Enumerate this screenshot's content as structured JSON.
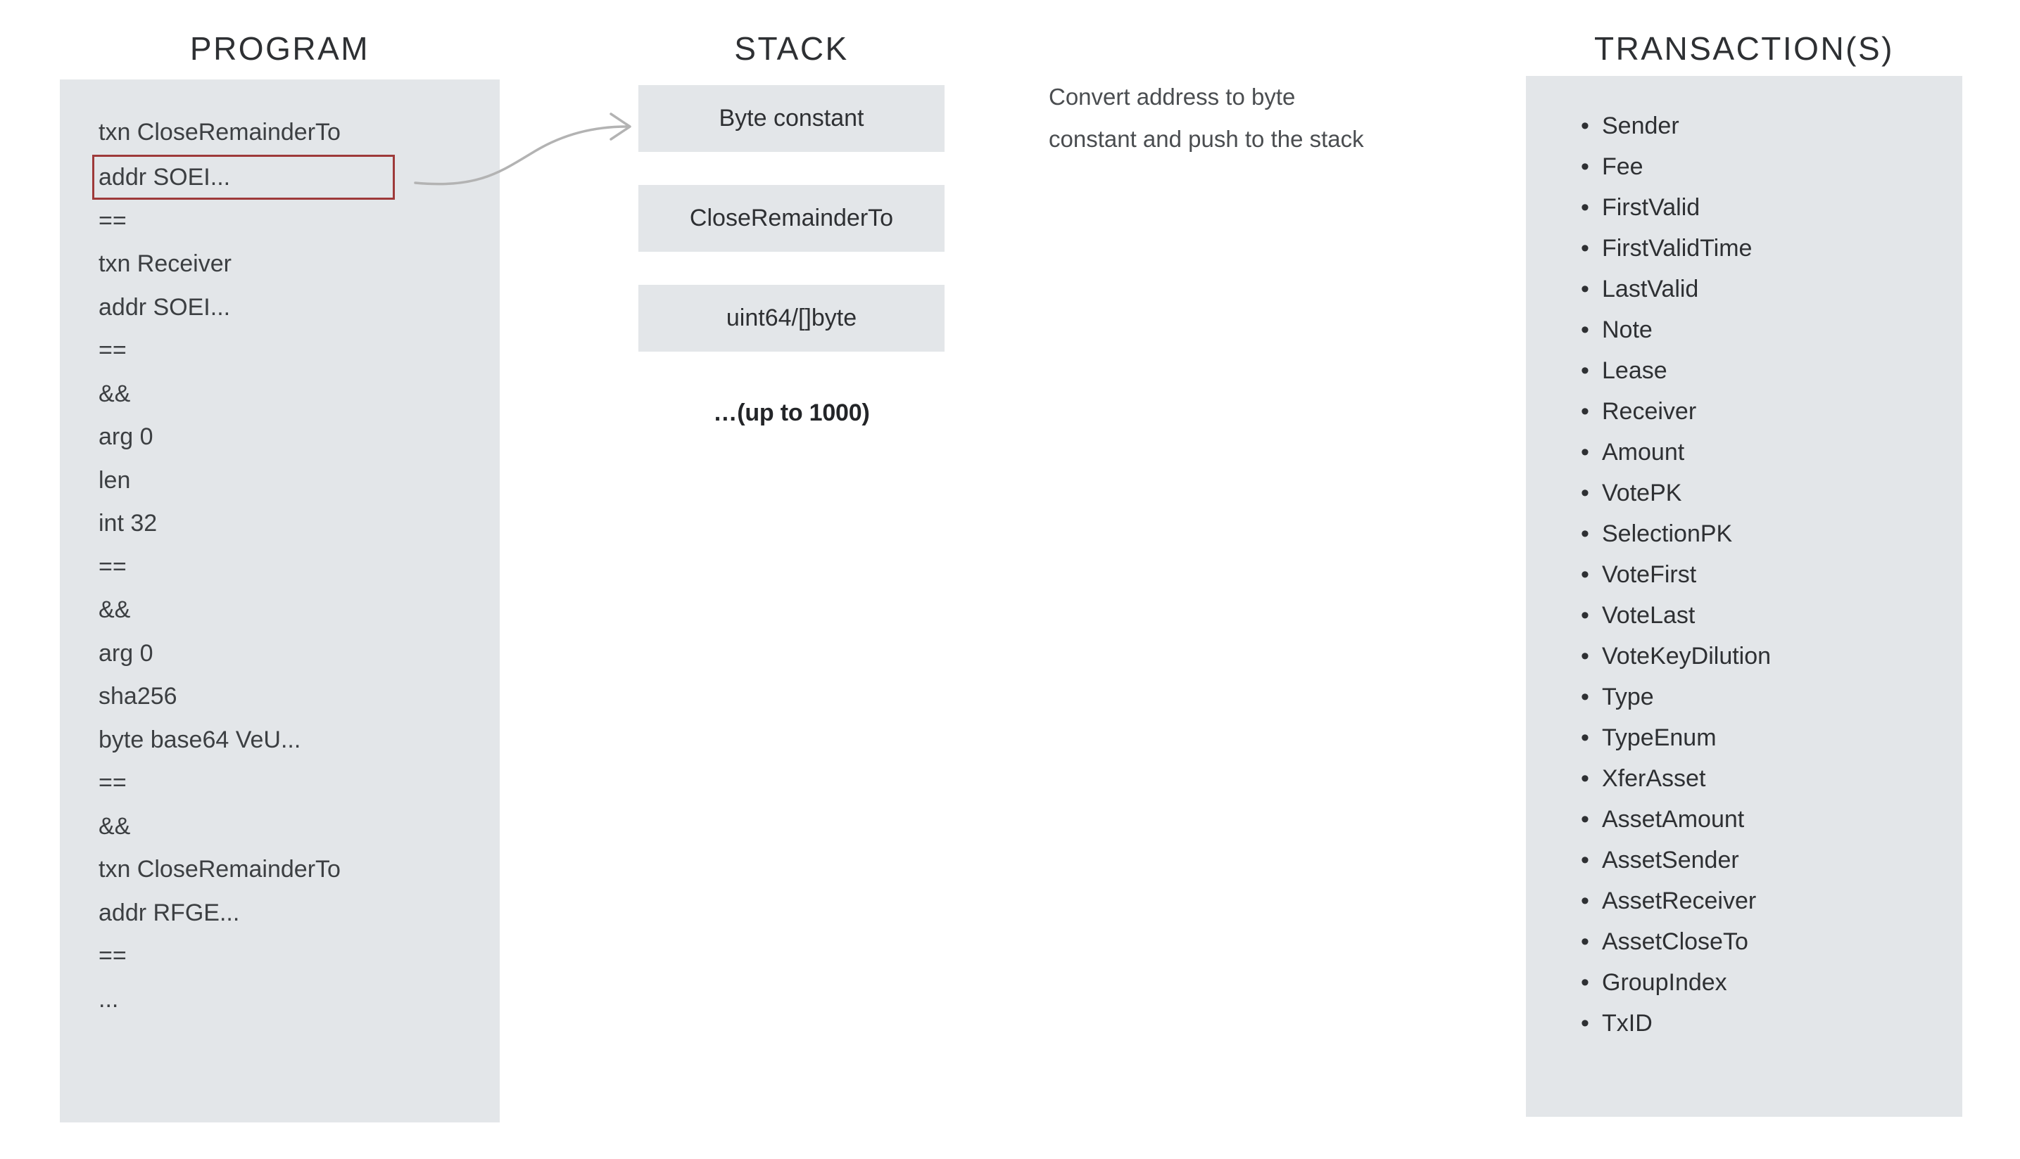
{
  "columns": {
    "program_title": "PROGRAM",
    "stack_title": "STACK",
    "transactions_title": "TRANSACTION(S)"
  },
  "program": {
    "lines": [
      {
        "text": "txn CloseRemainderTo",
        "highlighted": false
      },
      {
        "text": "addr SOEI...",
        "highlighted": true
      },
      {
        "text": "==",
        "highlighted": false
      },
      {
        "text": "txn Receiver",
        "highlighted": false
      },
      {
        "text": "addr SOEI...",
        "highlighted": false
      },
      {
        "text": "==",
        "highlighted": false
      },
      {
        "text": "&&",
        "highlighted": false
      },
      {
        "text": "arg 0",
        "highlighted": false
      },
      {
        "text": "len",
        "highlighted": false
      },
      {
        "text": "int 32",
        "highlighted": false
      },
      {
        "text": "==",
        "highlighted": false
      },
      {
        "text": "&&",
        "highlighted": false
      },
      {
        "text": "arg 0",
        "highlighted": false
      },
      {
        "text": "sha256",
        "highlighted": false
      },
      {
        "text": "byte base64 VeU...",
        "highlighted": false
      },
      {
        "text": "==",
        "highlighted": false
      },
      {
        "text": "&&",
        "highlighted": false
      },
      {
        "text": "txn CloseRemainderTo",
        "highlighted": false
      },
      {
        "text": "addr RFGE...",
        "highlighted": false
      },
      {
        "text": "==",
        "highlighted": false
      },
      {
        "text": "...",
        "highlighted": false
      }
    ],
    "highlight_color": "#9e3a3a"
  },
  "stack": {
    "boxes": [
      {
        "label": "Byte constant"
      },
      {
        "label": "CloseRemainderTo"
      },
      {
        "label": "uint64/[]byte"
      }
    ],
    "overflow_label": "…(up to 1000)"
  },
  "note": {
    "line1": "Convert address to byte",
    "line2": "constant and push to the stack"
  },
  "transactions": {
    "bullet": "•",
    "fields": [
      "Sender",
      "Fee",
      "FirstValid",
      "FirstValidTime",
      "LastValid",
      "Note",
      "Lease",
      "Receiver",
      "Amount",
      "VotePK",
      "SelectionPK",
      "VoteFirst",
      "VoteLast",
      "VoteKeyDilution",
      "Type",
      "TypeEnum",
      "XferAsset",
      "AssetAmount",
      "AssetSender",
      "AssetReceiver",
      "AssetCloseTo",
      "GroupIndex",
      "TxID"
    ]
  },
  "colors": {
    "panel_background": "#e3e6e9",
    "text": "#2e3033",
    "highlight_border": "#9e3a3a",
    "arrow": "#b3b3b3"
  }
}
